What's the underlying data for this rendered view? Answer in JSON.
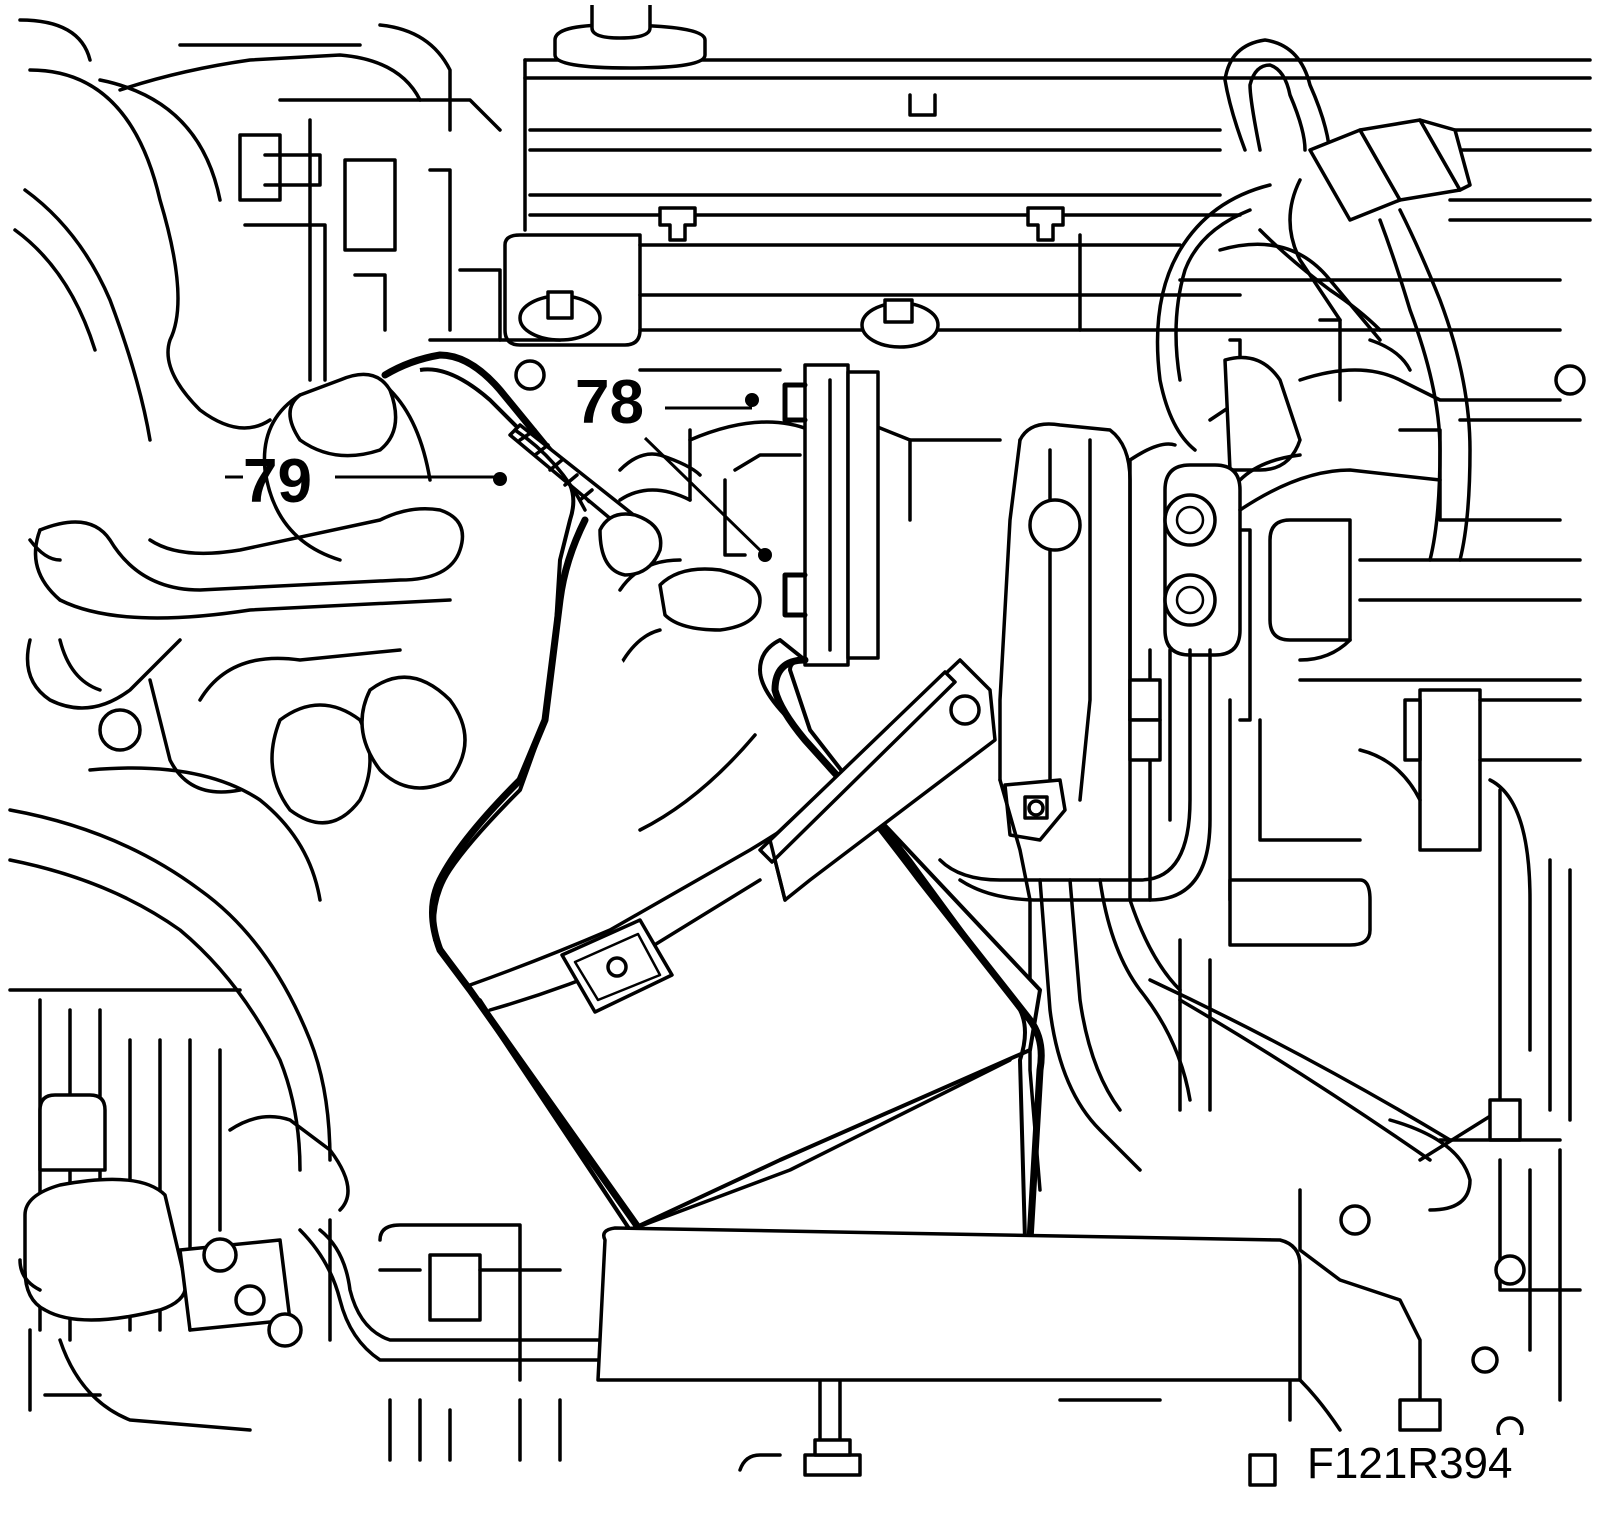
{
  "diagram": {
    "callouts": [
      {
        "id": "78",
        "label": "78"
      },
      {
        "id": "79",
        "label": "79"
      }
    ],
    "reference_code": "F121R394"
  }
}
